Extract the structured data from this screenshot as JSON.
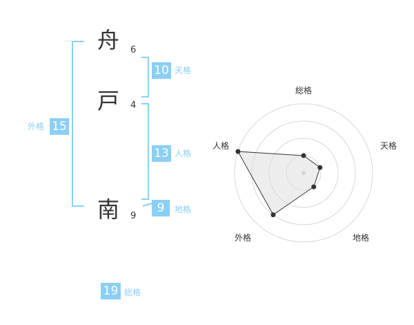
{
  "name": {
    "characters": [
      {
        "char": "舟",
        "strokes": "6"
      },
      {
        "char": "戸",
        "strokes": "4"
      },
      {
        "char": "南",
        "strokes": "9"
      }
    ]
  },
  "kakusu": {
    "tenkaku": {
      "value": "10",
      "label": "天格"
    },
    "jinkaku": {
      "value": "13",
      "label": "人格"
    },
    "chikaku": {
      "value": "9",
      "label": "地格"
    },
    "gaikaku": {
      "value": "15",
      "label": "外格"
    },
    "soukaku": {
      "value": "19",
      "label": "総格"
    }
  },
  "colors": {
    "accent": "#8ccff5",
    "bracket": "#8ccff5",
    "radar_fill": "#eeeeee"
  },
  "chart_data": {
    "type": "radar",
    "axes": [
      "総格",
      "天格",
      "地格",
      "外格",
      "人格"
    ],
    "scale_max": 4,
    "rings": 4,
    "values": [
      1,
      1,
      1,
      3,
      4
    ]
  }
}
